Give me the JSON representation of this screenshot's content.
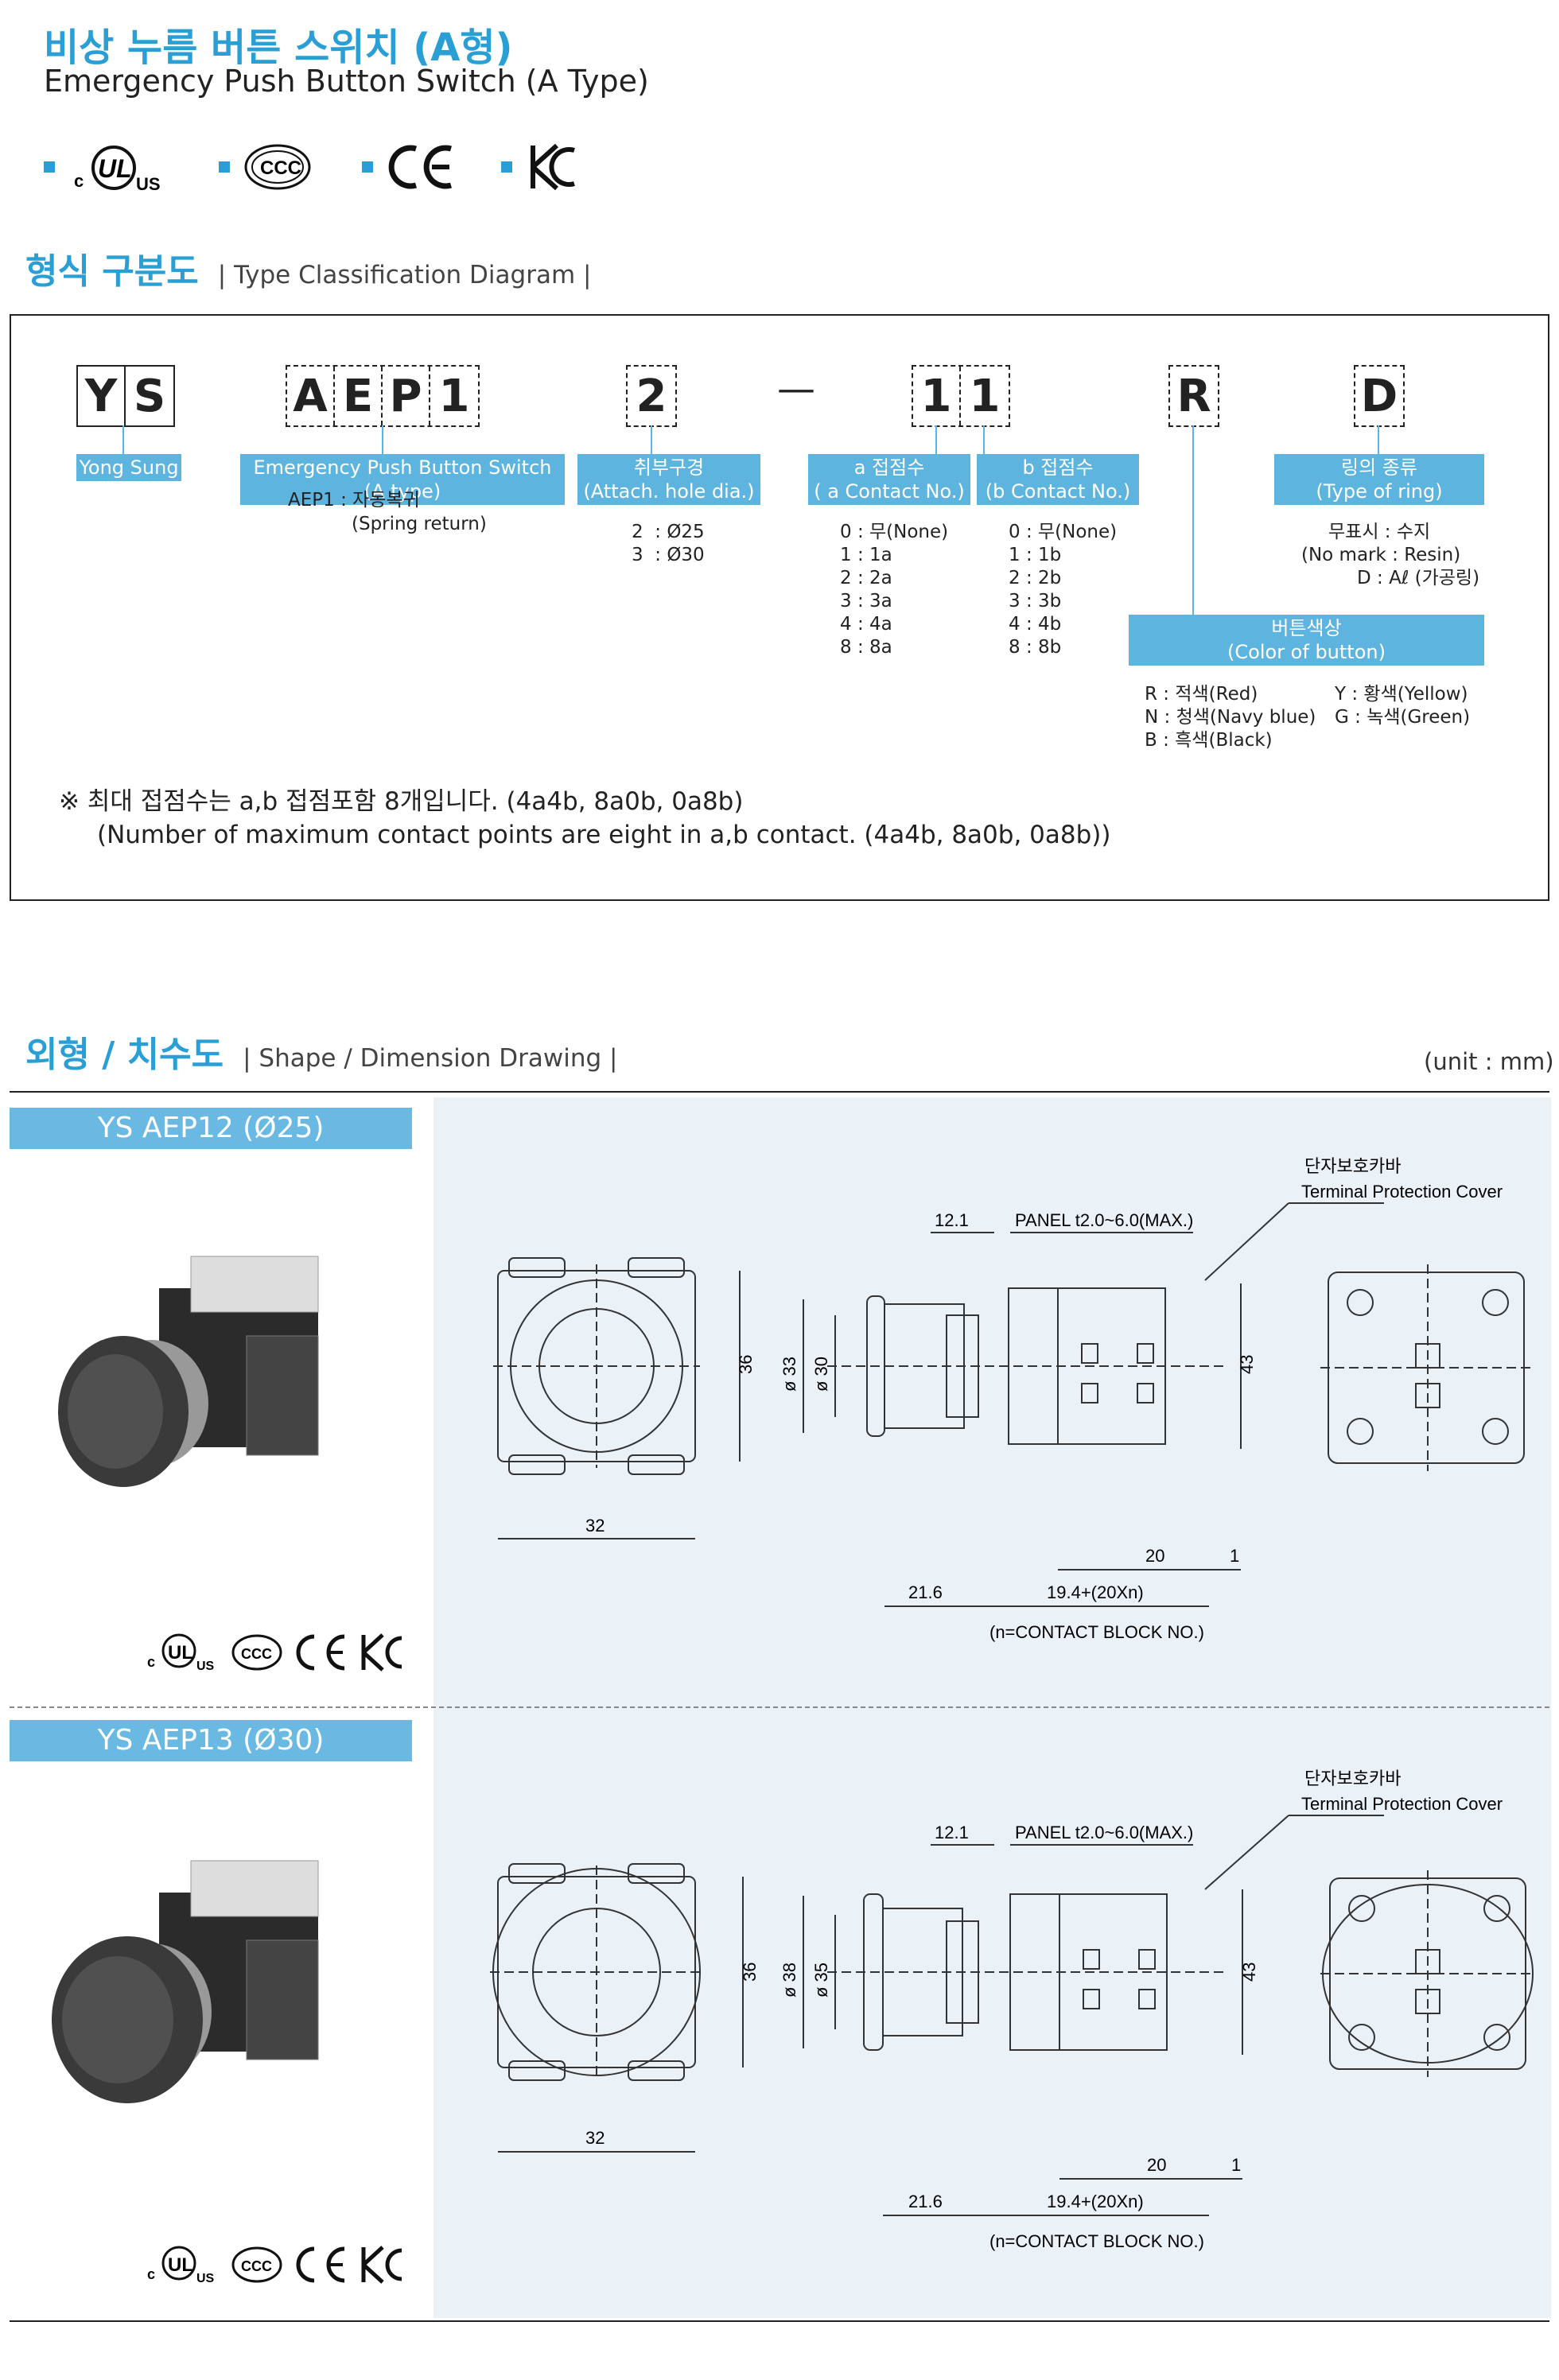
{
  "header": {
    "title_kr": "비상 누름 버튼 스위치 (A형)",
    "title_en": "Emergency Push Button Switch (A Type)"
  },
  "certifications": [
    {
      "icon": "ul-c-us-icon",
      "label": "c UL us"
    },
    {
      "icon": "ccc-icon",
      "label": "CCC"
    },
    {
      "icon": "ce-icon",
      "label": "CE"
    },
    {
      "icon": "kc-icon",
      "label": "KC"
    }
  ],
  "type_section": {
    "title_kr": "형식 구분도",
    "title_en": "| Type Classification Diagram |"
  },
  "code_boxes": [
    "Y",
    "S",
    "A",
    "E",
    "P",
    "1",
    "2",
    "—",
    "1",
    "1",
    "R",
    "D"
  ],
  "labels": {
    "yong_sung": "Yong Sung",
    "type_a": "Emergency Push Button Switch (A type)",
    "aep1_1": "AEP1 : 자동복귀",
    "aep1_2": "(Spring return)",
    "attach_1": "취부구경",
    "attach_2": "(Attach. hole dia.)",
    "attach_opts": [
      "2  : Ø25",
      "3  : Ø30"
    ],
    "a_contact_1": "a  접점수",
    "a_contact_2": "( a Contact No.)",
    "a_opts": [
      "0 : 무(None)",
      "1 : 1a",
      "2 : 2a",
      "3 : 3a",
      "4 : 4a",
      "8 : 8a"
    ],
    "b_contact_1": "b  접점수",
    "b_contact_2": "(b Contact No.)",
    "b_opts": [
      "0 : 무(None)",
      "1 : 1b",
      "2 : 2b",
      "3 : 3b",
      "4 : 4b",
      "8 : 8b"
    ],
    "ring_1": "링의 종류",
    "ring_2": "(Type of ring)",
    "ring_opts": [
      "무표시 : 수지",
      "(No mark : Resin)",
      "D : Aℓ (가공링)"
    ],
    "color_1": "버튼색상",
    "color_2": "(Color of button)",
    "color_opts": [
      "R : 적색(Red)",
      "N : 청색(Navy blue)",
      "B : 흑색(Black)"
    ],
    "color_opts2": [
      "Y : 황색(Yellow)",
      "G : 녹색(Green)"
    ]
  },
  "note": {
    "line1": "※  최대 접점수는 a,b 접점포함 8개입니다. (4a4b, 8a0b, 0a8b)",
    "line2": "(Number of maximum contact points are eight in a,b contact. (4a4b, 8a0b, 0a8b))"
  },
  "shape_section": {
    "title_kr": "외형 / 치수도",
    "title_en": "| Shape / Dimension Drawing |",
    "unit": "(unit : mm)"
  },
  "products": [
    {
      "tab": "YS  AEP12 (Ø25)",
      "dims": {
        "panel": "PANEL t2.0~6.0(MAX.)",
        "d1": "12.1",
        "cover_kr": "단자보호카바",
        "cover_en": "Terminal Protection Cover",
        "h36": "36",
        "w32": "32",
        "d33": "ø 33",
        "d30": "ø 30",
        "h43": "43",
        "d20": "20",
        "d1b": "1",
        "d216": "21.6",
        "d194": "19.4+(20Xn)",
        "n_note": "(n=CONTACT BLOCK NO.)"
      }
    },
    {
      "tab": "YS  AEP13 (Ø30)",
      "dims": {
        "panel": "PANEL t2.0~6.0(MAX.)",
        "d1": "12.1",
        "cover_kr": "단자보호카바",
        "cover_en": "Terminal Protection Cover",
        "h36": "36",
        "w32": "32",
        "d33": "ø 38",
        "d30": "ø 35",
        "h43": "43",
        "d20": "20",
        "d1b": "1",
        "d216": "21.6",
        "d194": "19.4+(20Xn)",
        "n_note": "(n=CONTACT BLOCK NO.)"
      }
    }
  ],
  "colors": {
    "accent": "#2a9fd6",
    "label_bg": "#5cb4df",
    "panel_bg": "#eaf2f8"
  }
}
